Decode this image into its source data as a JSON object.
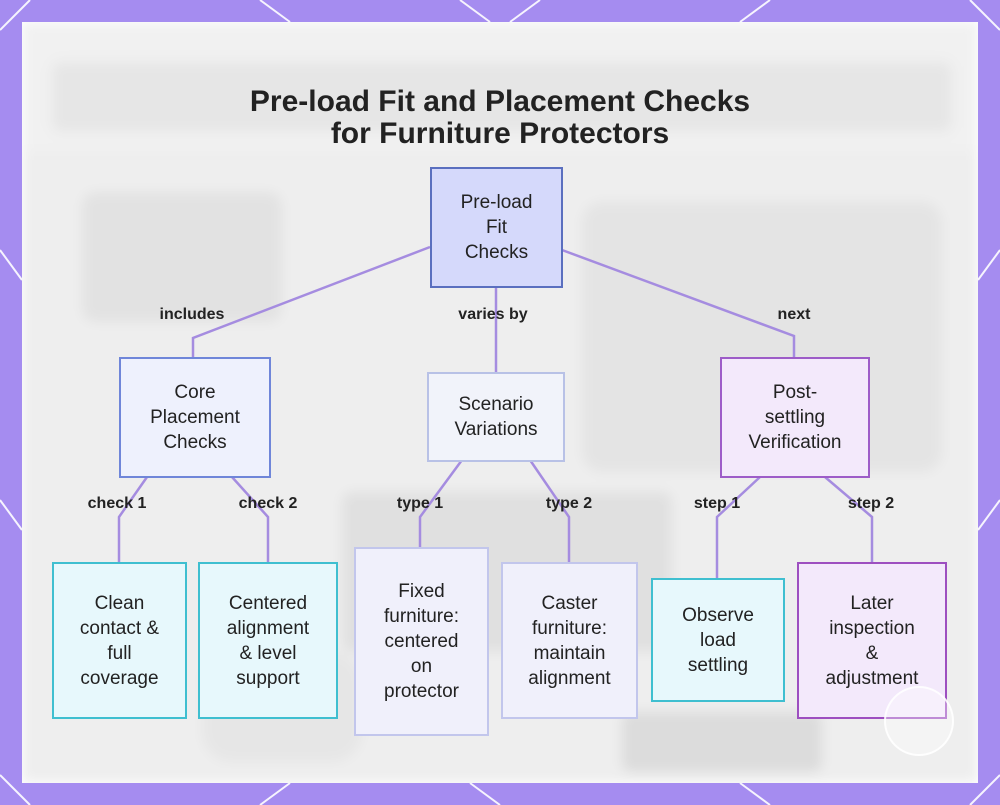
{
  "title": {
    "line1": "Pre-load Fit and Placement Checks",
    "line2": "for Furniture Protectors"
  },
  "colors": {
    "frame": "#a58cf0",
    "edge": "#a58ce0",
    "root_fill": "#d5d9fb",
    "cyan_border": "#3fbfd0",
    "purple_border": "#9d5cc8"
  },
  "nodes": {
    "root": [
      "Pre-load",
      "Fit",
      "Checks"
    ],
    "core": [
      "Core",
      "Placement",
      "Checks"
    ],
    "scenario": [
      "Scenario",
      "Variations"
    ],
    "post": [
      "Post-",
      "settling",
      "Verification"
    ],
    "clean": [
      "Clean",
      "contact &",
      "full",
      "coverage"
    ],
    "centered": [
      "Centered",
      "alignment",
      "& level",
      "support"
    ],
    "fixed": [
      "Fixed",
      "furniture:",
      "centered",
      "on",
      "protector"
    ],
    "caster": [
      "Caster",
      "furniture:",
      "maintain",
      "alignment"
    ],
    "observe": [
      "Observe",
      "load",
      "settling"
    ],
    "later": [
      "Later",
      "inspection",
      "&",
      "adjustment"
    ]
  },
  "edge_labels": {
    "includes": "includes",
    "varies_by": "varies by",
    "next": "next",
    "check1": "check 1",
    "check2": "check 2",
    "type1": "type 1",
    "type2": "type 2",
    "step1": "step 1",
    "step2": "step 2"
  }
}
